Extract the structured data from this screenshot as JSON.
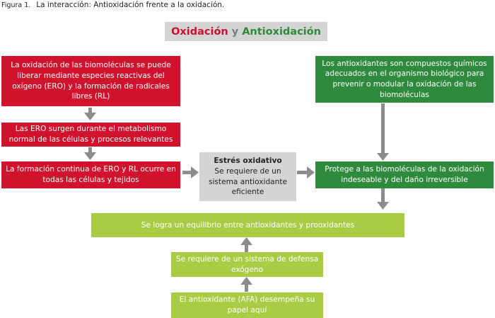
{
  "caption": {
    "figure": "Figura 1.",
    "text": "La interacción: Antioxidación frente a la oxidación."
  },
  "title": {
    "oxidation": "Oxidación",
    "and": "y",
    "antioxidation": "Antioxidación"
  },
  "boxes": {
    "red1": "La oxidación de las biomoléculas se puede liberar mediante especies reactivas del oxígeno (ERO) y la formación de radicales libres (RL)",
    "red2": "Las ERO surgen durante el metabolismo normal de las células y procesos relevantes",
    "red3": "La formación continua de ERO y RL ocurre en todas las células y tejidos",
    "stress_title": "Estrés oxidativo",
    "stress_body": "Se requiere de un sistema antioxidante eficiente",
    "green1": "Los antioxidantes son compuestos químicos adecuados en el organismo biológico para prevenir o modular la oxidación de las biomoléculas",
    "green2": "Protege a las biomoléculas de la oxidación indeseable y del daño irreversible",
    "equilibrium": "Se logra un equilibrio entre antioxidantes y prooxidantes",
    "exogenous": "Se requiere de un sistema de defensa exógeno",
    "afa": "El antioxidante (AFA) desempeña su papel aquí"
  },
  "colors": {
    "oxidation_red": "#d0122c",
    "antioxidation_green": "#2f8a3e",
    "light_green": "#a9cc45",
    "neutral_grey": "#d4d4d4",
    "arrow_grey": "#8c8c8c"
  }
}
